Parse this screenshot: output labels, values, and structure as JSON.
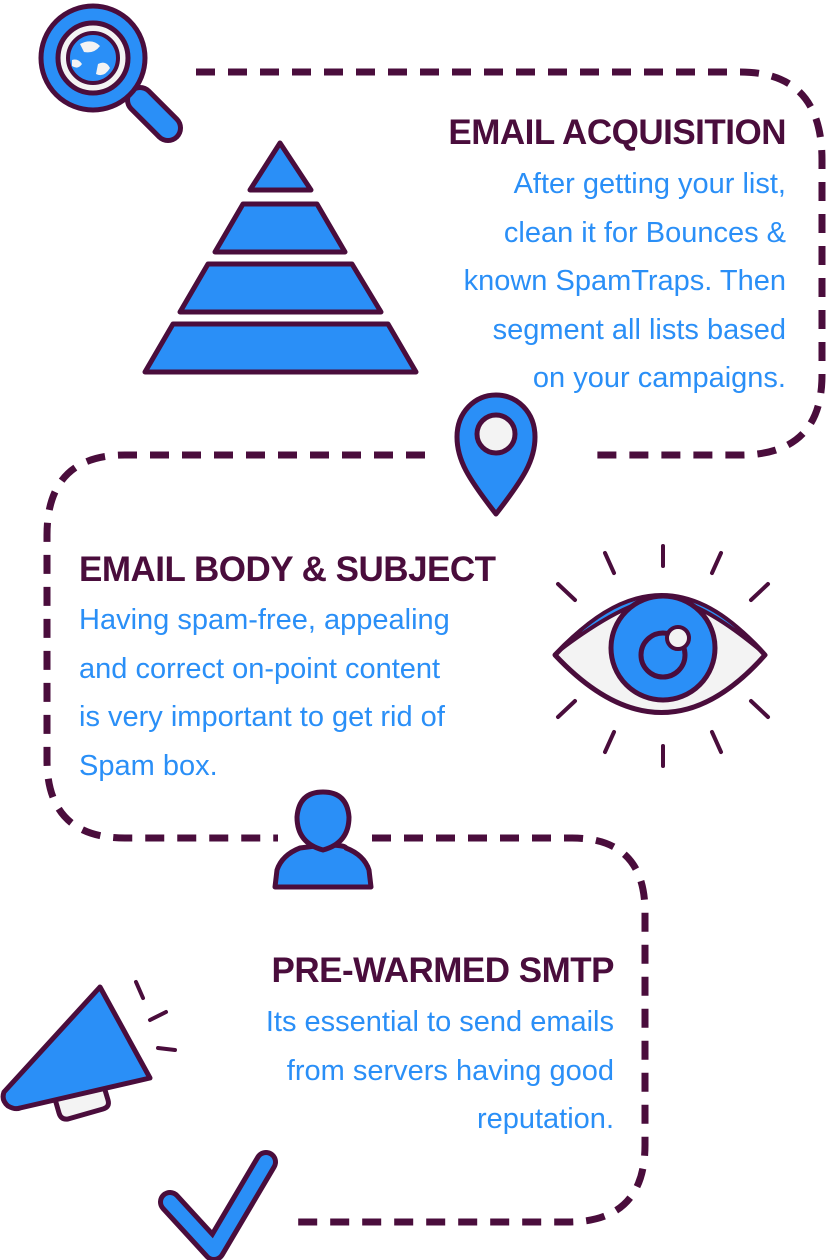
{
  "colors": {
    "heading": "#4a0d3c",
    "body_text": "#2a8ff7",
    "icon_fill": "#2a8ff7",
    "outline": "#4a0d3c",
    "path": "#4a0d3c"
  },
  "sections": [
    {
      "title": "EMAIL ACQUISITION",
      "lines": [
        "After getting your list,",
        "clean it for Bounces &",
        "known SpamTraps. Then",
        "segment all lists based",
        "on your campaigns."
      ]
    },
    {
      "title": "EMAIL BODY & SUBJECT",
      "lines": [
        "Having spam-free, appealing",
        "and correct on-point content",
        "is very important to get rid of",
        "Spam box."
      ]
    },
    {
      "title": "PRE-WARMED SMTP",
      "lines": [
        "Its essential to send emails",
        "from servers having good",
        "reputation."
      ]
    }
  ],
  "icons": [
    "globe-search-icon",
    "pyramid-icon",
    "map-pin-icon",
    "eye-icon",
    "user-icon",
    "megaphone-icon",
    "checkmark-icon"
  ]
}
